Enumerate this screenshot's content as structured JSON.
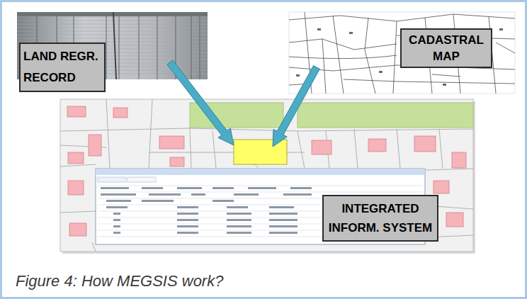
{
  "diagram": {
    "caption": "Figure 4: How MEGSIS work?",
    "nodes": [
      {
        "text": [
          "LAND REGR. RECORD"
        ]
      },
      {
        "text": [
          "CADASTRAL MAP"
        ]
      },
      {
        "text": [
          "INTEGRATED INFORM. SYSTEM"
        ]
      }
    ]
  }
}
